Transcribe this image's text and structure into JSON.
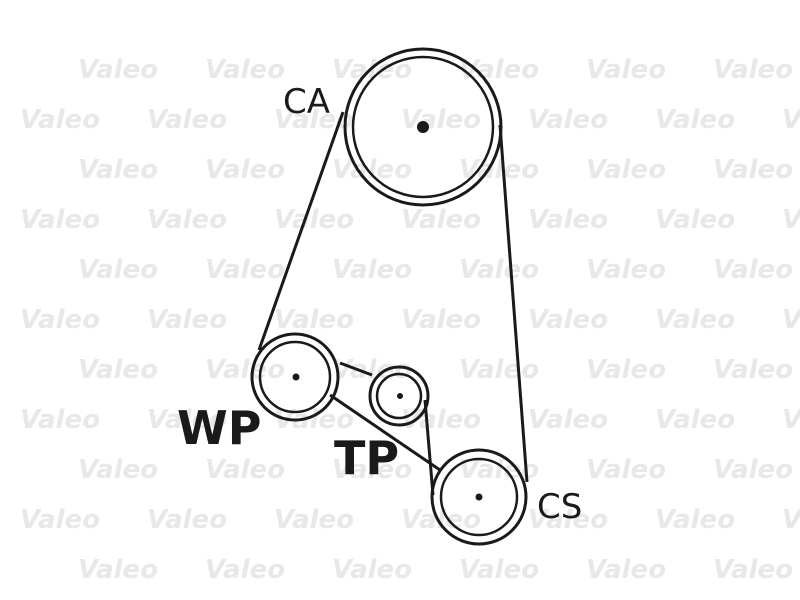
{
  "watermark": {
    "text": "Valeo",
    "color": "#e8e8e8"
  },
  "colors": {
    "line": "#1a1a1a",
    "background": "#ffffff"
  },
  "labels": {
    "ca": "CA",
    "wp": "WP",
    "tp": "TP",
    "cs": "CS"
  }
}
